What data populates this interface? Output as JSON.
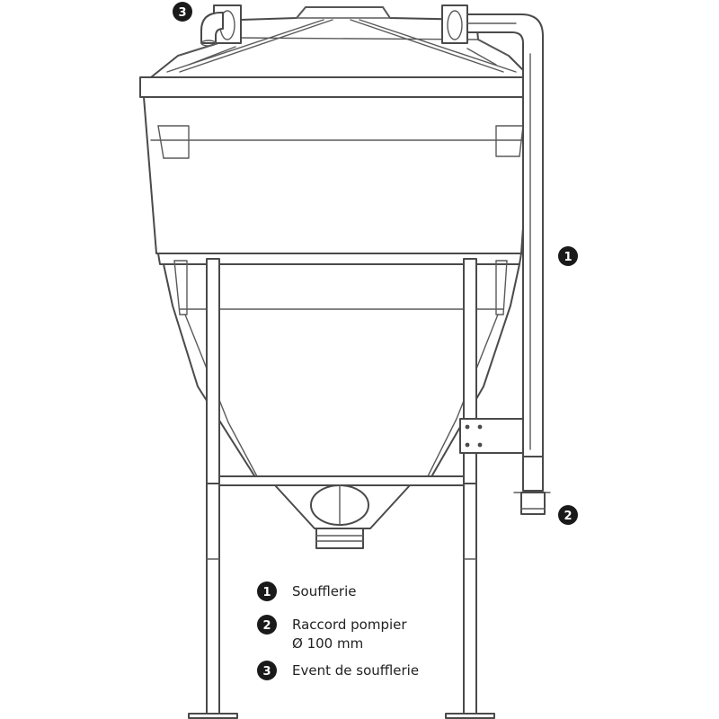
{
  "callouts": [
    {
      "number": "1"
    },
    {
      "number": "2"
    },
    {
      "number": "3"
    }
  ],
  "legend": [
    {
      "number": "1",
      "lines": [
        "Soufflerie"
      ]
    },
    {
      "number": "2",
      "lines": [
        "Raccord pompier",
        "Ø 100 mm"
      ]
    },
    {
      "number": "3",
      "lines": [
        "Event de soufflerie"
      ]
    }
  ],
  "colors": {
    "line": "#4a4a4a",
    "badge": "#1a1a1a",
    "text": "#222222",
    "background": "#ffffff"
  }
}
